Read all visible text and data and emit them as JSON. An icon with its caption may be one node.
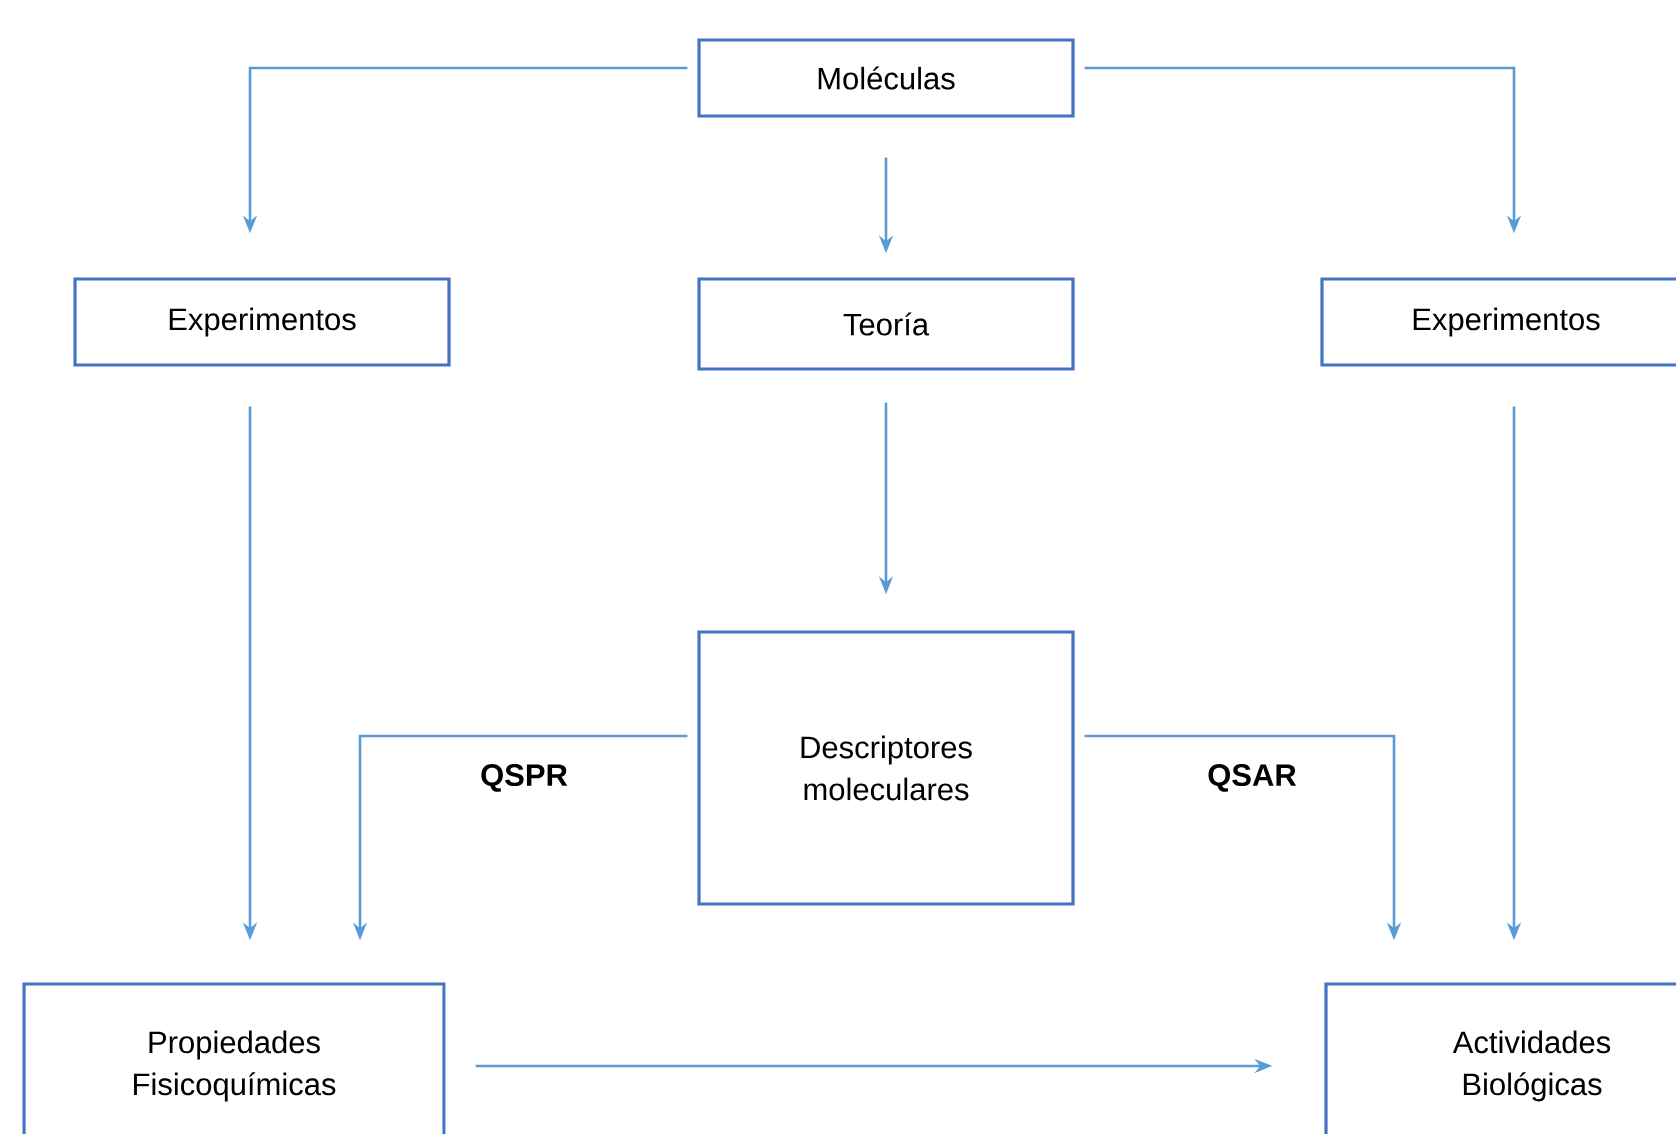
{
  "diagram": {
    "nodes": [
      {
        "text": [
          "Moléculas"
        ]
      },
      {
        "text": [
          "Experimentos"
        ]
      },
      {
        "text": [
          "Teoría"
        ]
      },
      {
        "text": [
          "Experimentos"
        ]
      },
      {
        "text": [
          "Descriptores moleculares"
        ]
      },
      {
        "text": [
          "Propiedades Fisicoquímicas"
        ]
      },
      {
        "text": [
          "Actividades Biológicas"
        ]
      }
    ],
    "edges": [
      {
        "from": 0,
        "to": 1,
        "arrow": "to"
      },
      {
        "from": 0,
        "to": 2,
        "arrow": "to"
      },
      {
        "from": 0,
        "to": 3,
        "arrow": "to"
      },
      {
        "from": 1,
        "to": 5,
        "arrow": "to"
      },
      {
        "from": 2,
        "to": 4,
        "arrow": "to"
      },
      {
        "from": 3,
        "to": 6,
        "arrow": "to"
      },
      {
        "from": 4,
        "to": 5,
        "arrow": "to",
        "label": "QSPR"
      },
      {
        "from": 4,
        "to": 6,
        "arrow": "to",
        "label": "QSAR"
      },
      {
        "from": 5,
        "to": 6,
        "arrow": "to"
      }
    ]
  }
}
